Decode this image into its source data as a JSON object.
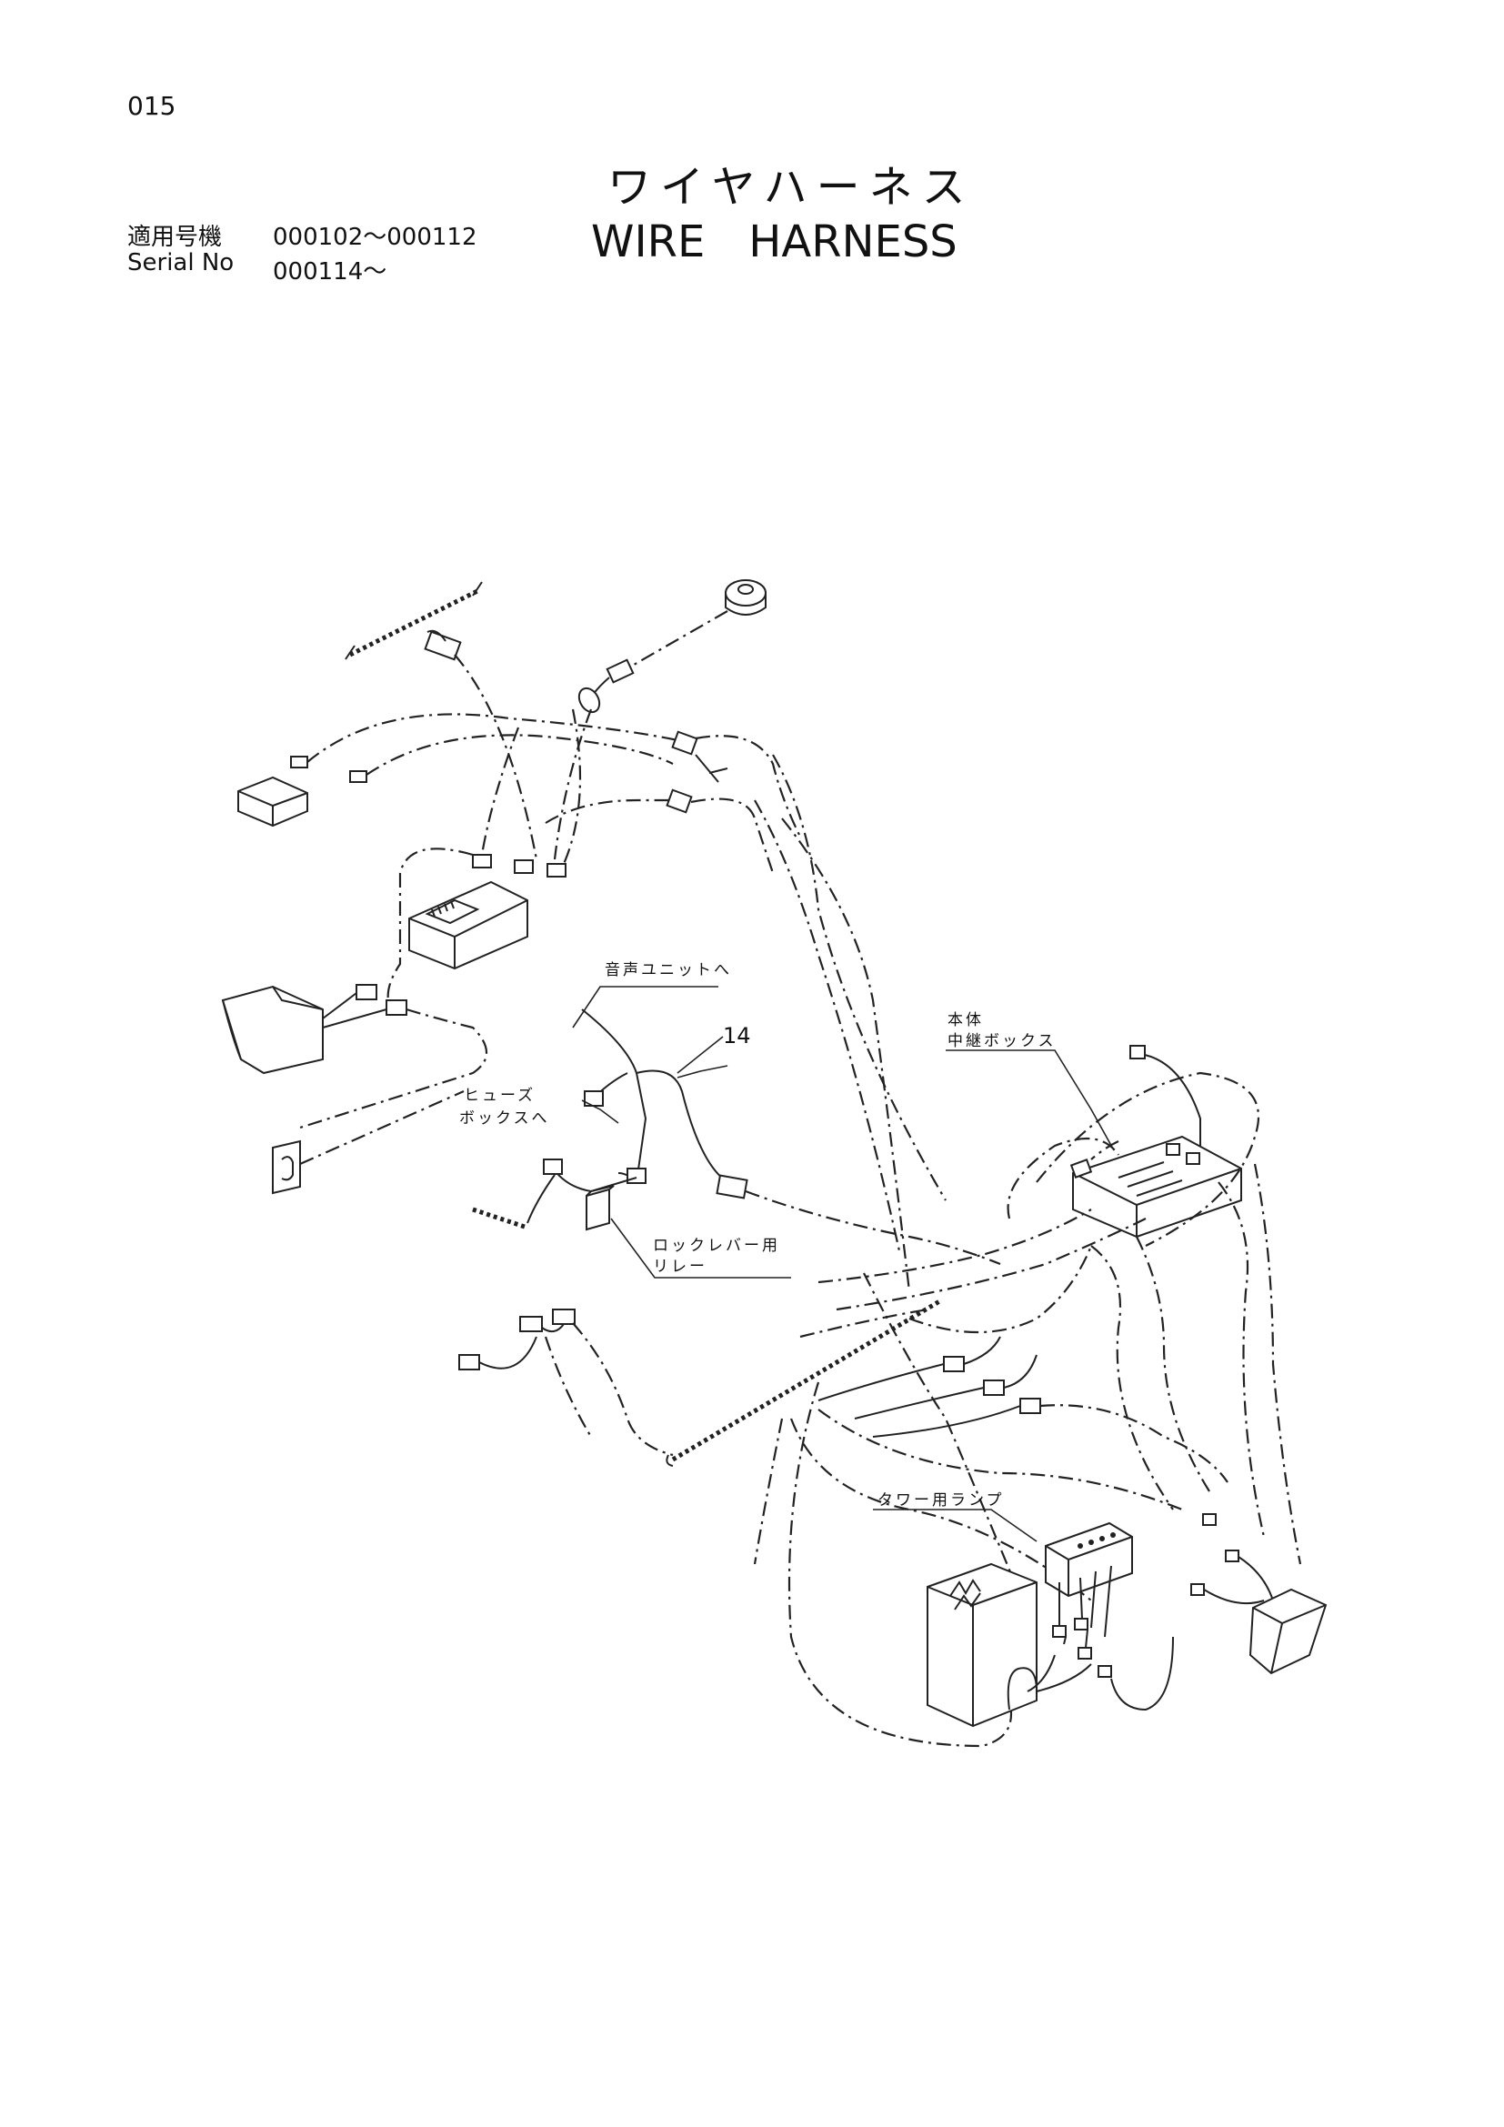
{
  "header": {
    "page_number": "015",
    "title_jp": "ワイヤハーネス",
    "title_en": "WIRE　HARNESS",
    "serial_label_jp": "適用号機",
    "serial_label_en": "Serial No",
    "serial_range_1": "000102～000112",
    "serial_range_2": "000114～"
  },
  "callouts": {
    "to_sound_unit": "音声ユニットへ",
    "to_fuse_box_1": "ヒューズ",
    "to_fuse_box_2": "ボックスへ",
    "main_relay_box_1": "本体",
    "main_relay_box_2": "中継ボックス",
    "lock_lever_relay_1": "ロックレバー用",
    "lock_lever_relay_2": "リレー",
    "tower_lamp": "タワー用ランプ",
    "item_14": "14"
  }
}
